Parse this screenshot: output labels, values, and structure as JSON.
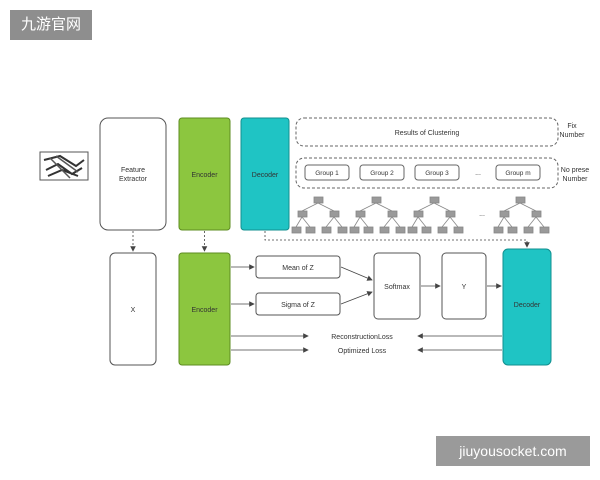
{
  "watermark_top": "九游官网",
  "watermark_bottom": "jiuyousocket.com",
  "diagram": {
    "feature_extractor": "Feature Extractor",
    "encoder_top": "Encoder",
    "decoder_top": "Decoder",
    "results_of_clustering": "Results of Clustering",
    "fix_number": "Fix Number",
    "no_preset_number": "No prese Number",
    "groups": [
      "Group 1",
      "Group 2",
      "Group 3",
      "...",
      "Group m"
    ],
    "tree_ellipsis": "...",
    "x": "X",
    "encoder_bottom": "Encoder",
    "mean_of_z": "Mean of Z",
    "sigma_of_z": "Sigma of Z",
    "softmax": "Softmax",
    "y": "Y",
    "decoder_bottom": "Decoder",
    "reconstruction_loss": "ReconstructionLoss",
    "optimized_loss": "Optimized Loss"
  },
  "colors": {
    "encoder": "#8cc63f",
    "decoder": "#1fc4c4",
    "box_border": "#555555",
    "group_fill": "#999999"
  }
}
